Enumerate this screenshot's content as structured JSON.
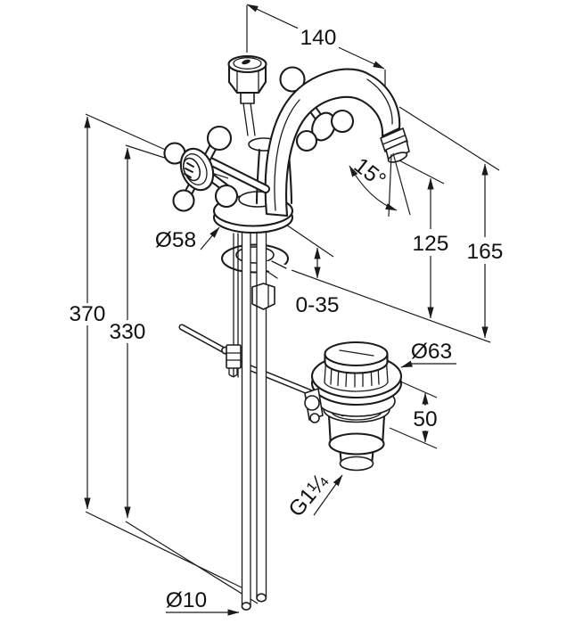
{
  "drawing": {
    "kind": "faucet-installation-dimension-drawing",
    "colors": {
      "line": "#1b1b1b",
      "background": "#ffffff"
    },
    "dimensions": {
      "spout_reach": "140",
      "spout_angle": "15°",
      "outlet_height": "125",
      "spout_height": "165",
      "base_diameter": "Ø58",
      "mounting_depth_range": "0-35",
      "supply_pipe_length": "370",
      "threaded_rod_length": "330",
      "waste_flange_diameter": "Ø63",
      "waste_height": "50",
      "waste_thread_size": "G1¼",
      "supply_pipe_diameter": "Ø10"
    }
  }
}
